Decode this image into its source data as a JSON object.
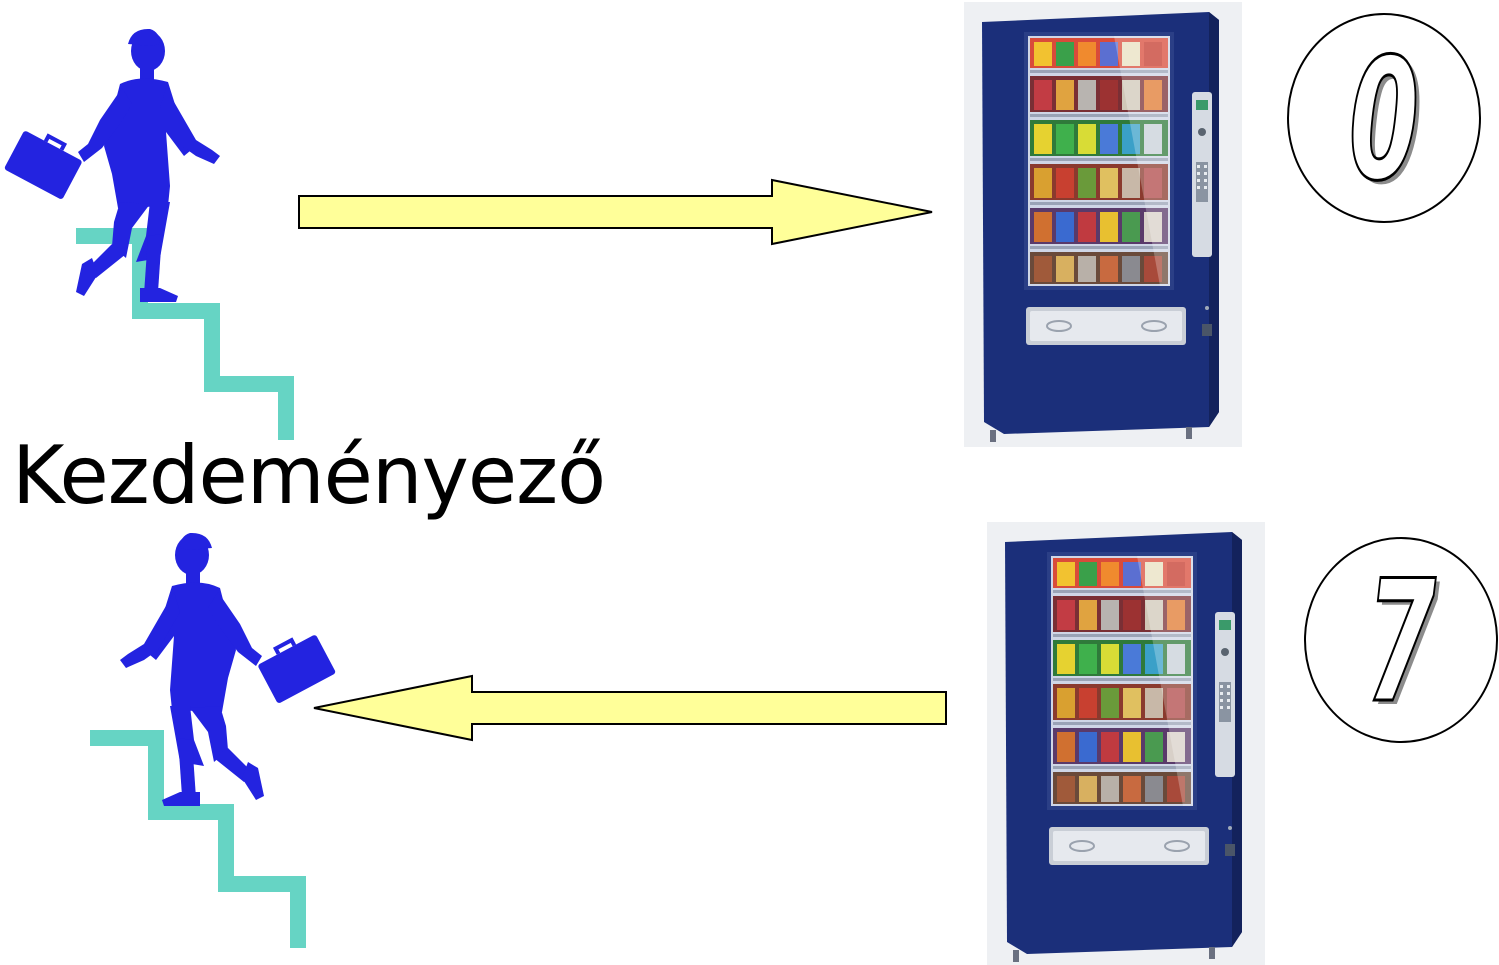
{
  "caption": "Kezdeményező",
  "top_row": {
    "counter_value": "0"
  },
  "bottom_row": {
    "counter_value": "7"
  },
  "colors": {
    "person": "#2323E0",
    "stairs": "#66D4C4",
    "arrow_fill": "#FFFF99",
    "arrow_stroke": "#000000",
    "machine_body": "#1B2F7A",
    "counter_outline": "#000000"
  },
  "icons": {
    "person": "businessman-with-briefcase-icon",
    "stairs": "stairs-icon",
    "machine": "vending-machine-icon"
  }
}
